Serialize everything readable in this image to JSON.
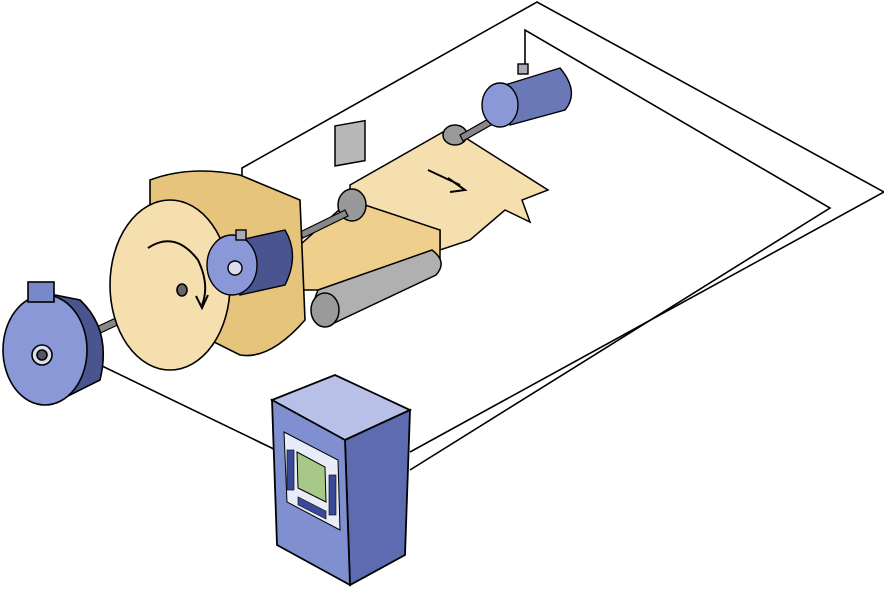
{
  "colors": {
    "paper": "#f6dfae",
    "paper_shadow": "#e0b86c",
    "metal_blue": "#8a98d8",
    "metal_dark": "#4a558f",
    "roller_gray": "#b8b8b8",
    "screen_green": "#a8c888",
    "enclosure": "#7f8fd0",
    "wire": "#000000"
  },
  "components": [
    {
      "name": "unwind-roll",
      "icon": "paper-roll"
    },
    {
      "name": "brake",
      "icon": "magnetic-brake"
    },
    {
      "name": "tension-sensor-left",
      "icon": "load-cell"
    },
    {
      "name": "tension-sensor-right",
      "icon": "load-cell"
    },
    {
      "name": "idler-rollers",
      "icon": "roller"
    },
    {
      "name": "tension-controller",
      "icon": "controller-enclosure"
    }
  ]
}
